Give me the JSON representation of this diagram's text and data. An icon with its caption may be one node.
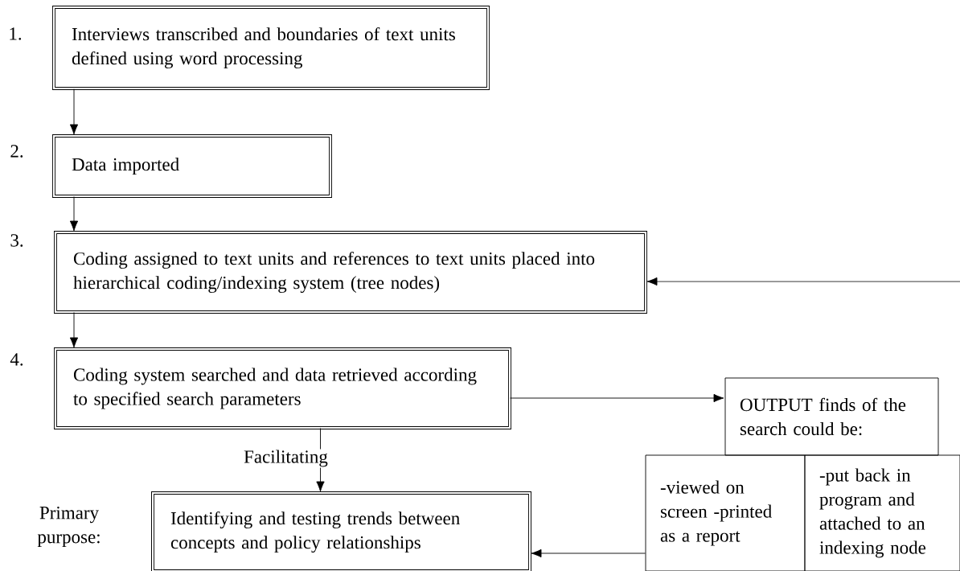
{
  "diagram": {
    "nodes": [
      {
        "text": [
          "Interviews transcribed and boundaries of text units defined using word processing"
        ]
      },
      {
        "text": [
          "Data imported"
        ]
      },
      {
        "text": [
          "Coding assigned to text units and references to text units placed into hierarchical coding/indexing system (tree nodes)"
        ]
      },
      {
        "text": [
          "Coding system searched and data retrieved according to specified search parameters"
        ]
      },
      {
        "text": [
          "OUTPUT finds of the search could be:"
        ]
      },
      {
        "text": [
          "-viewed on screen -printed as a report"
        ]
      },
      {
        "text": [
          "-put back in program and attached to an indexing node"
        ]
      },
      {
        "text": [
          "Identifying and testing trends between concepts and policy relationships"
        ]
      }
    ],
    "edges": [
      {
        "from": 0,
        "to": 1,
        "arrow": "to"
      },
      {
        "from": 1,
        "to": 2,
        "arrow": "to"
      },
      {
        "from": 2,
        "to": 3,
        "arrow": "to"
      },
      {
        "from": 3,
        "to": 4,
        "arrow": "to"
      },
      {
        "from": 3,
        "to": 7,
        "arrow": "to",
        "label": "Facilitating"
      },
      {
        "from": 5,
        "to": 7,
        "arrow": "to"
      },
      {
        "from": null,
        "to": 2,
        "arrow": "to"
      }
    ],
    "labels": [
      "1.",
      "2.",
      "3.",
      "4.",
      "Primary purpose:"
    ]
  }
}
